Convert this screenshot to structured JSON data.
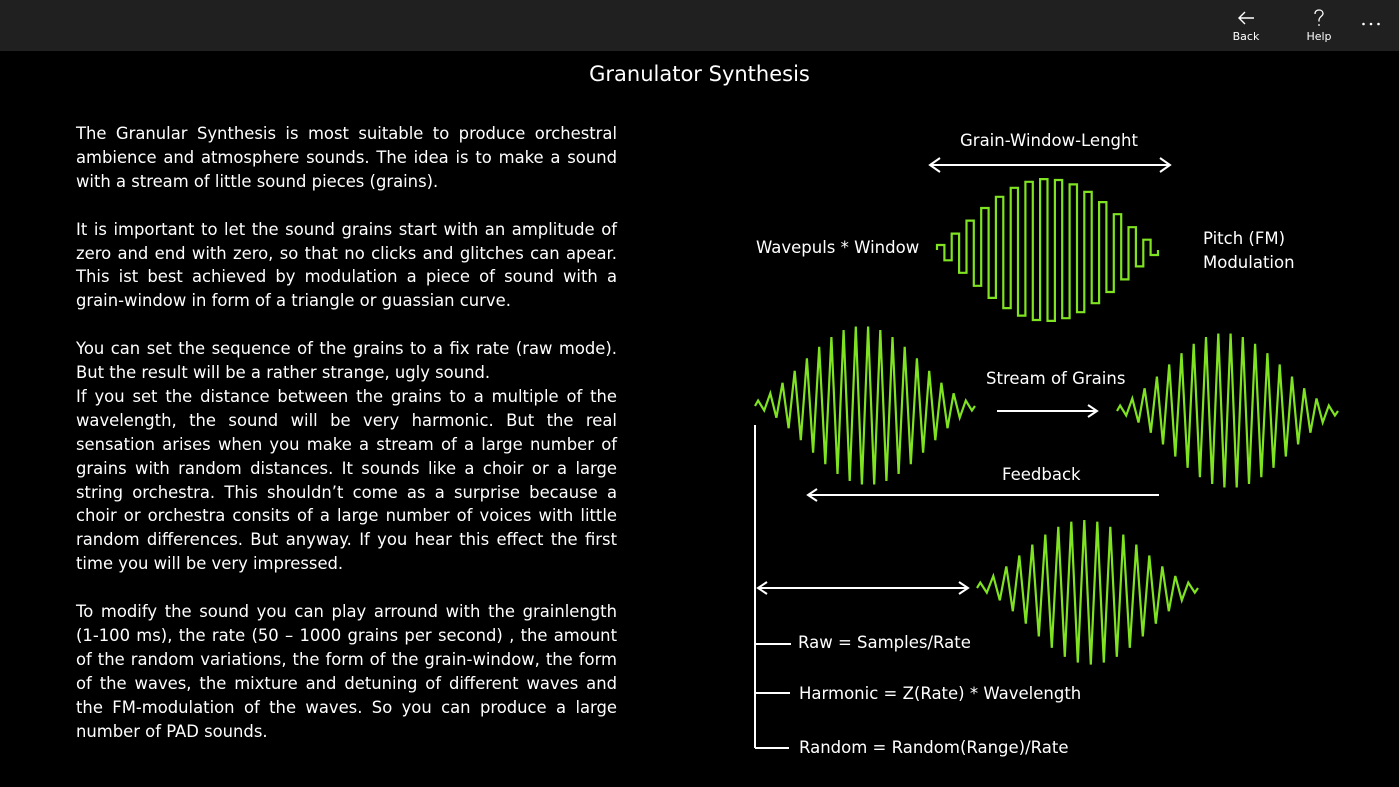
{
  "topbar": {
    "background": "#202020",
    "back": {
      "label": "Back",
      "icon": "arrow-left-icon"
    },
    "help": {
      "label": "Help",
      "icon": "question-mark-icon"
    },
    "more": {
      "icon": "more-ellipsis-icon",
      "glyph": "···"
    }
  },
  "page": {
    "title": "Granulator Synthesis",
    "background": "#000000"
  },
  "article": {
    "paragraphs": [
      "The Granular Synthesis is most suitable to produce orchestral ambience and atmosphere sounds. The idea is to make a sound with a stream of little sound pieces (grains).",
      "It is important to let the sound grains start with an amplitude of zero and end with zero, so that no clicks and glitches can apear. This ist best achieved by modulation a piece of sound with a grain-window in form of a triangle or guassian curve.",
      "You can set the sequence of the grains to a fix rate (raw mode). But the result will be a rather strange, ugly sound.",
      "If you set the distance between the grains to a multiple of the wavelength, the sound will be very harmonic. But the real sensation arises when you make a stream of a large number of grains with random distances. It sounds like a choir or a large string orchestra. This shouldn’t come as a surprise because a choir or orchestra consits of a large number of voices with little random differences. But anyway. If you hear this effect the first time you will be very impressed.",
      "To modify the sound you can play arround with the grainlength (1-100 ms), the rate (50 – 1000 grains per second) , the amount of the random variations, the form of the grain-window, the form of the waves, the mixture and detuning of different waves and the FM-modulation of the waves. So you can produce a large number of PAD sounds."
    ]
  },
  "diagram": {
    "wave_color": "#7fe322",
    "line_color": "#ffffff",
    "labels": {
      "grain_window_length": "Grain-Window-Lenght",
      "wavepuls_window": "Wavepuls * Window",
      "pitch_fm_line1": "Pitch (FM)",
      "pitch_fm_line2": "Modulation",
      "stream_of_grains": "Stream of Grains",
      "feedback": "Feedback",
      "raw": "Raw = Samples/Rate",
      "harmonic": "Harmonic = Z(Rate) * Wavelength",
      "random": "Random = Random(Range)/Rate"
    }
  }
}
